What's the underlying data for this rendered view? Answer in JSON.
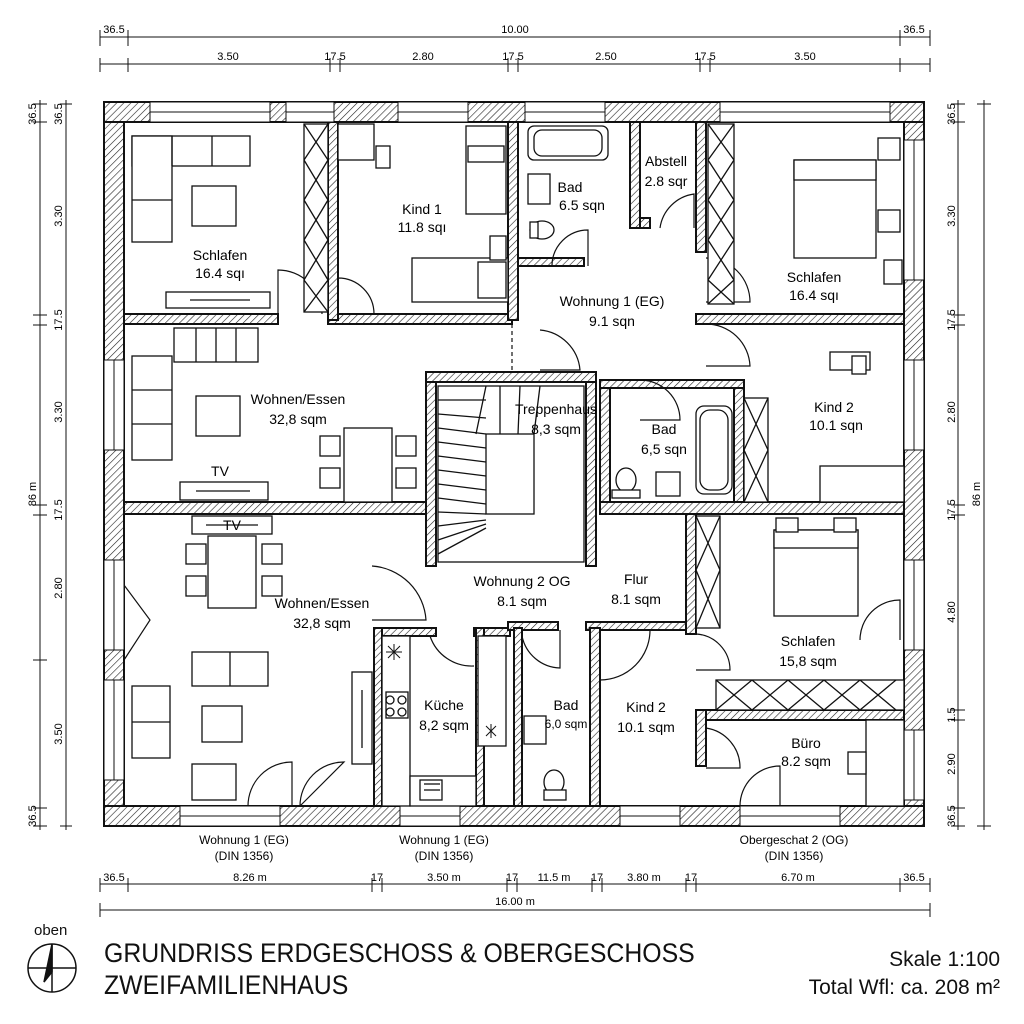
{
  "dims": {
    "top_row1": [
      "36.5",
      "10.00",
      "36.5"
    ],
    "top_row2": [
      "3.50",
      "17.5",
      "2.80",
      "17.5",
      "2.50",
      "17.5",
      "3.50"
    ],
    "left": [
      "36.5",
      "36.5",
      "3.30",
      "17.5",
      "3.30",
      "17.5",
      "2.80",
      "3.50",
      "36.5",
      "86 m"
    ],
    "right": [
      "36.5",
      "3.30",
      "17.5",
      "2.80",
      "17.5",
      "4.80",
      "1.5",
      "2.90",
      "36.5",
      "86 m"
    ],
    "bottom_row1": [
      "36.5",
      "8.26 m",
      "17",
      "3.50 m",
      "17",
      "11.5 m",
      "17",
      "3.80 m",
      "17",
      "6.70 m",
      "36.5"
    ],
    "bottom_total": "16.00 m"
  },
  "rooms": {
    "schlafen1_name": "Schlafen",
    "schlafen1_area": "16.4 sqı",
    "kind1_name": "Kind 1",
    "kind1_area": "11.8 sqı",
    "bad1_name": "Bad",
    "bad1_area": "6.5 sqn",
    "abstell_name": "Abstell",
    "abstell_area": "2.8 sqr",
    "schlafen2_name": "Schlafen",
    "schlafen2_area": "16.4 sqı",
    "wohnung1_name": "Wohnung 1 (EG)",
    "wohnung1_area": "9.1 sqn",
    "wohnen1_name": "Wohnen/Essen",
    "wohnen1_area": "32,8 sqm",
    "tv1": "TV",
    "treppe_name": "Treppenhaus",
    "treppe_area": "8,3 sqm",
    "bad2_name": "Bad",
    "bad2_area": "6,5 sqn",
    "kind2a_name": "Kind 2",
    "kind2a_area": "10.1 sqn",
    "tv2": "TV",
    "wohnen2_name": "Wohnen/Essen",
    "wohnen2_area": "32,8 sqm",
    "wohnung2_name": "Wohnung 2 OG",
    "wohnung2_area": "8.1 sqm",
    "flur_name": "Flur",
    "flur_area": "8.1 sqm",
    "schlafen3_name": "Schlafen",
    "schlafen3_area": "15,8 sqm",
    "kueche_name": "Küche",
    "kueche_area": "8,2 sqm",
    "bad3_name": "Bad",
    "bad3_area": "6,0 sqm",
    "kind2b_name": "Kind 2",
    "kind2b_area": "10.1 sqm",
    "buero_name": "Büro",
    "buero_area": "8.2 sqm"
  },
  "labels": {
    "l1a": "Wohnung 1 (EG)",
    "l1b": "(DIN 1356)",
    "l2a": "Wohnung 1 (EG)",
    "l2b": "(DIN 1356)",
    "l3a": "Obergeschat 2 (OG)",
    "l3b": "(DIN 1356)"
  },
  "footer": {
    "north": "oben",
    "title_line1": "GRUNDRISS ERDGESCHOSS & OBERGESCHOSS",
    "title_line2": "ZWEIFAMILIENHAUS",
    "scale": "Skale 1:100",
    "total": "Total Wfl: ca. 208 m²"
  }
}
